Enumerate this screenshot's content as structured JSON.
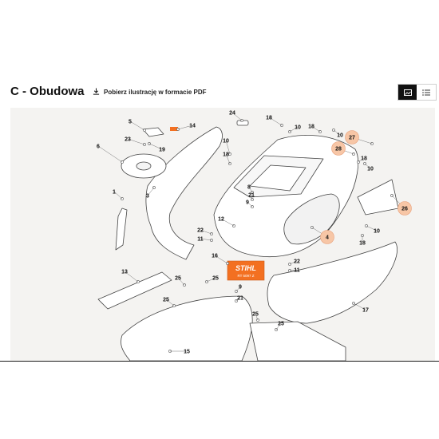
{
  "header": {
    "title": "C - Obudowa",
    "pdf_link_label": "Pobierz ilustrację w formacie PDF"
  },
  "view_toggle": {
    "options": [
      "image-view-icon",
      "list-view-icon"
    ],
    "active": "image-view-icon"
  },
  "diagram": {
    "part_labels": [
      "1",
      "3",
      "4",
      "5",
      "6",
      "8",
      "9",
      "10",
      "11",
      "12",
      "13",
      "14",
      "15",
      "16",
      "17",
      "18",
      "19",
      "21",
      "22",
      "23",
      "24",
      "25",
      "26",
      "27",
      "28"
    ],
    "highlighted_parts": [
      "4",
      "26",
      "27",
      "28"
    ],
    "highlight_color": "#f7c6a6",
    "logo_text": "STIHL",
    "logo_subtext": "RT 5097 Z",
    "logo_color": "#f37021"
  }
}
